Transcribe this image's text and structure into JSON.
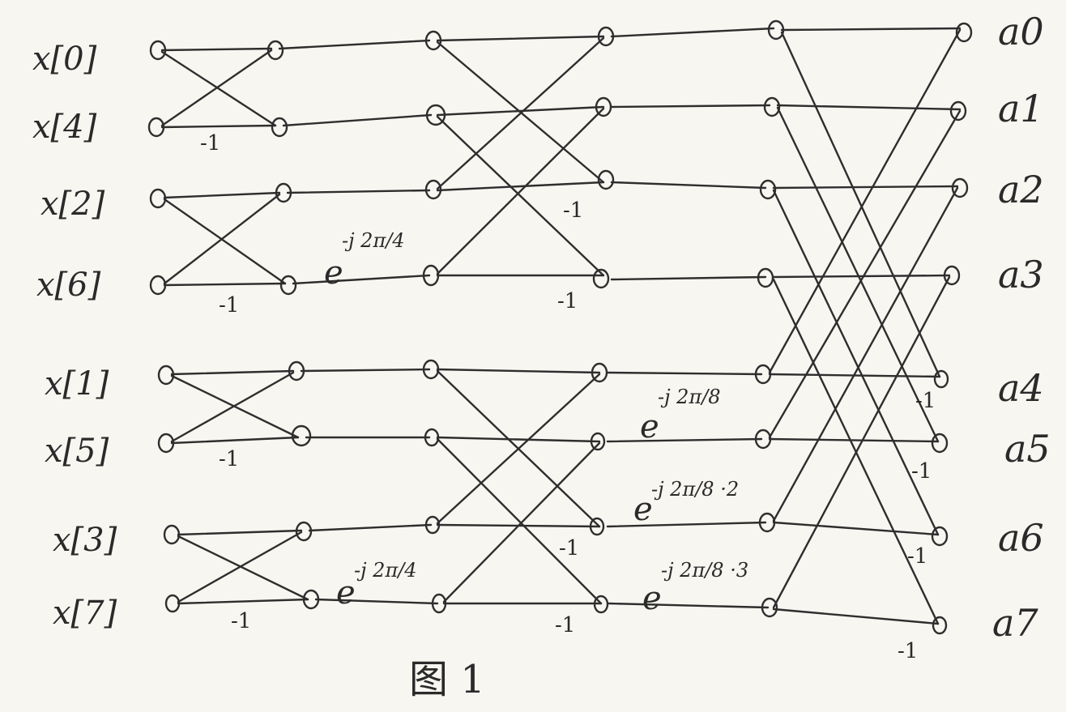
{
  "inputs": [
    "x[0]",
    "x[4]",
    "x[2]",
    "x[6]",
    "x[1]",
    "x[5]",
    "x[3]",
    "x[7]"
  ],
  "outputs": [
    "a0",
    "a1",
    "a2",
    "a3",
    "a4",
    "a5",
    "a6",
    "a7"
  ],
  "minus_one": "-1",
  "twiddles": {
    "w4": "e^{-j·2π/4}",
    "w8_1": "e^{-j·2π/8}",
    "w8_2": "e^{-j·2π/8·2}",
    "w8_3": "e^{-j·2π/8·3}",
    "e": "e",
    "exp_w4": "-j 2π/4",
    "exp_w8_1": "-j 2π/8",
    "exp_w8_2": "-j 2π/8 ·2",
    "exp_w8_3": "-j 2π/8 ·3"
  },
  "caption": "图 1"
}
